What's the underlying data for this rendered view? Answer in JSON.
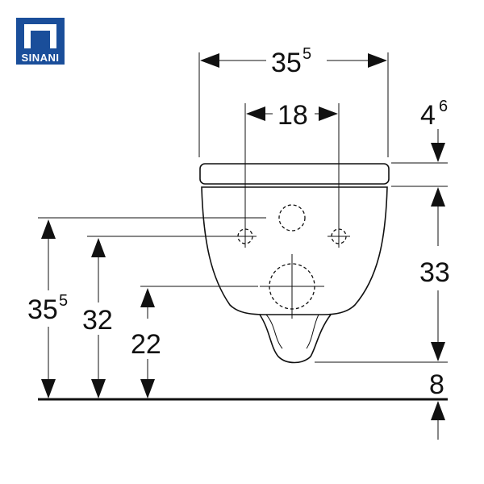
{
  "brand": {
    "name": "SINANI",
    "color": "#1a4e9a"
  },
  "dimensions": {
    "overall_width": {
      "main": "35",
      "sup": "5"
    },
    "pipe_spacing": "18",
    "seat_thickness": {
      "main": "4",
      "sup": "6"
    },
    "bowl_height": "33",
    "floor_gap": "8",
    "height_top_outlet": {
      "main": "35",
      "sup": "5"
    },
    "height_mounting": "32",
    "height_drain": "22"
  }
}
